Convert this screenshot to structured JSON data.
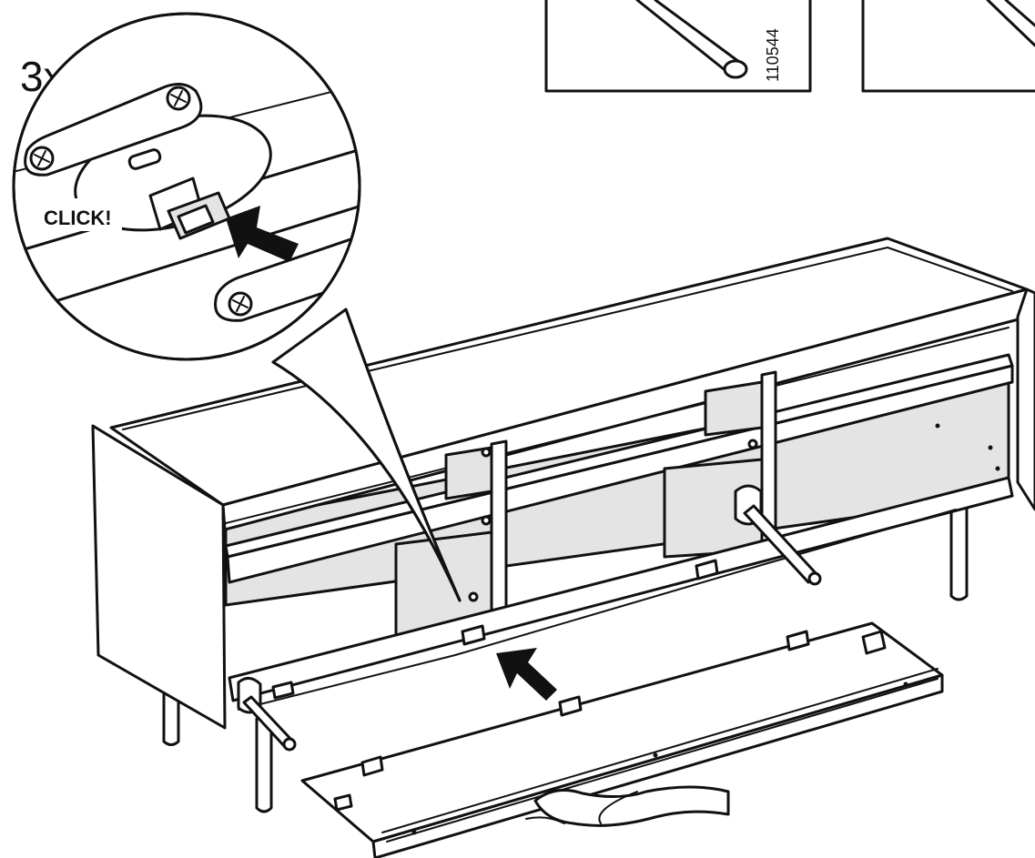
{
  "instruction": {
    "quantity": "3x",
    "sound": "CLICK!",
    "part_number": "110544"
  },
  "icons": {
    "push_arrow": "arrow-icon",
    "screw_heads": "screw-icon"
  },
  "colors": {
    "line": "#111111",
    "background": "#ffffff"
  }
}
